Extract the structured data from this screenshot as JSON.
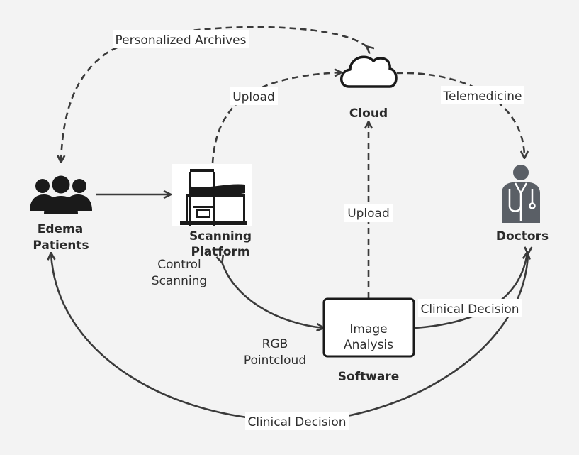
{
  "nodes": {
    "cloud": "Cloud",
    "patients": [
      "Edema",
      "Patients"
    ],
    "platform": [
      "Scanning",
      "Platform"
    ],
    "doctors": "Doctors",
    "image_analysis": [
      "Image",
      "Analysis"
    ],
    "software": "Software"
  },
  "edges": {
    "personalized_archives": "Personalized Archives",
    "upload_platform": "Upload",
    "telemedicine": "Telemedicine",
    "upload_software": "Upload",
    "control_scanning": [
      "Control",
      "Scanning"
    ],
    "rgb_pointcloud": [
      "RGB",
      "Pointcloud"
    ],
    "clinical_decision_software": "Clinical Decision",
    "clinical_decision_bottom": "Clinical Decision"
  },
  "colors": {
    "background": "#f3f3f3",
    "stroke": "#3a3a3a",
    "icon_dark": "#1a1a1a",
    "doctor_gray": "#5a5f66"
  },
  "icons": [
    "cloud-icon",
    "patients-group-icon",
    "scanner-machine-icon",
    "doctor-icon"
  ]
}
